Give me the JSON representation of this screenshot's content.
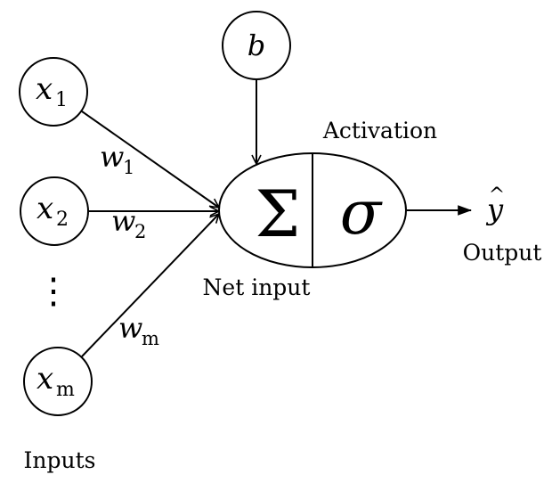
{
  "inputs": [
    {
      "symbol": "x",
      "subscript": "1",
      "weight_symbol": "w",
      "weight_subscript": "1"
    },
    {
      "symbol": "x",
      "subscript": "2",
      "weight_symbol": "w",
      "weight_subscript": "2"
    },
    {
      "symbol": "x",
      "subscript": "m",
      "weight_symbol": "w",
      "weight_subscript": "m"
    }
  ],
  "ellipsis": "⋮",
  "bias": {
    "symbol": "b"
  },
  "neuron": {
    "sum_symbol": "Σ",
    "activation_symbol": "σ"
  },
  "output": {
    "symbol": "y",
    "hat": "^"
  },
  "labels": {
    "inputs": "Inputs",
    "net_input": "Net input",
    "activation": "Activation",
    "output": "Output"
  }
}
